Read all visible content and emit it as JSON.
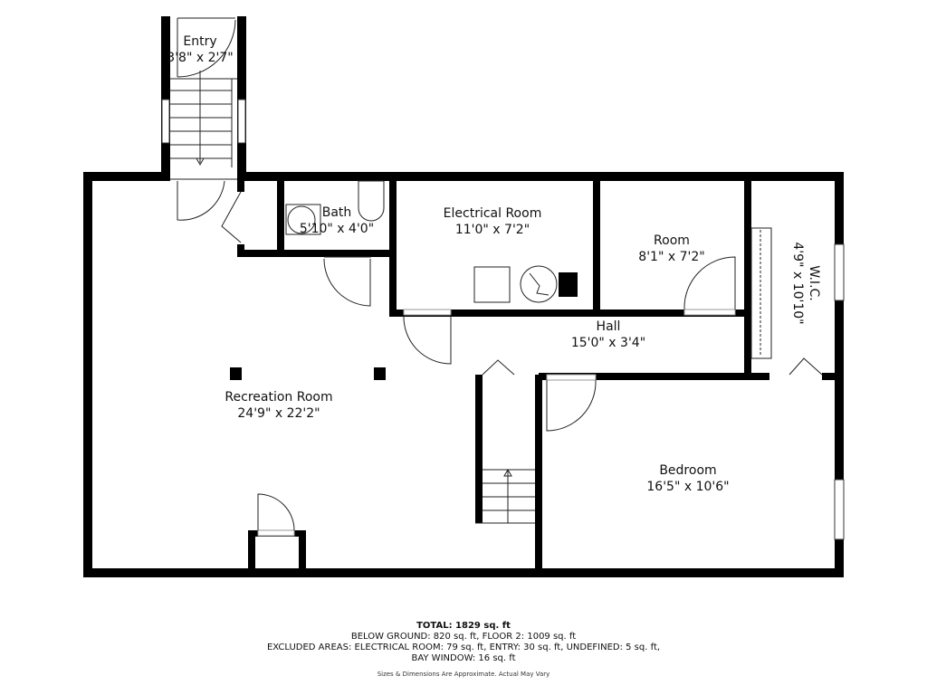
{
  "floorplan": {
    "rooms": [
      {
        "id": "entry",
        "name": "Entry",
        "dims": "3'8\" x 2'7\""
      },
      {
        "id": "bath",
        "name": "Bath",
        "dims": "5'10\" x 4'0\""
      },
      {
        "id": "electrical",
        "name": "Electrical Room",
        "dims": "11'0\" x 7'2\""
      },
      {
        "id": "room",
        "name": "Room",
        "dims": "8'1\" x 7'2\""
      },
      {
        "id": "wic",
        "name": "W.I.C.",
        "dims": "4'9\" x 10'10\""
      },
      {
        "id": "hall",
        "name": "Hall",
        "dims": "15'0\" x 3'4\""
      },
      {
        "id": "recreation",
        "name": "Recreation Room",
        "dims": "24'9\" x 22'2\""
      },
      {
        "id": "bedroom",
        "name": "Bedroom",
        "dims": "16'5\" x 10'6\""
      }
    ],
    "colors": {
      "wall": "#000000",
      "background": "#ffffff",
      "line": "#222222"
    }
  },
  "summary": {
    "total": "TOTAL: 1829 sq. ft",
    "line1": "BELOW GROUND: 820 sq. ft, FLOOR 2: 1009 sq. ft",
    "line2": "EXCLUDED AREAS: ELECTRICAL ROOM: 79 sq. ft, ENTRY: 30 sq. ft, UNDEFINED: 5 sq. ft,",
    "line3": "BAY WINDOW: 16 sq. ft",
    "disclaimer": "Sizes & Dimensions Are Approximate. Actual May Vary"
  }
}
